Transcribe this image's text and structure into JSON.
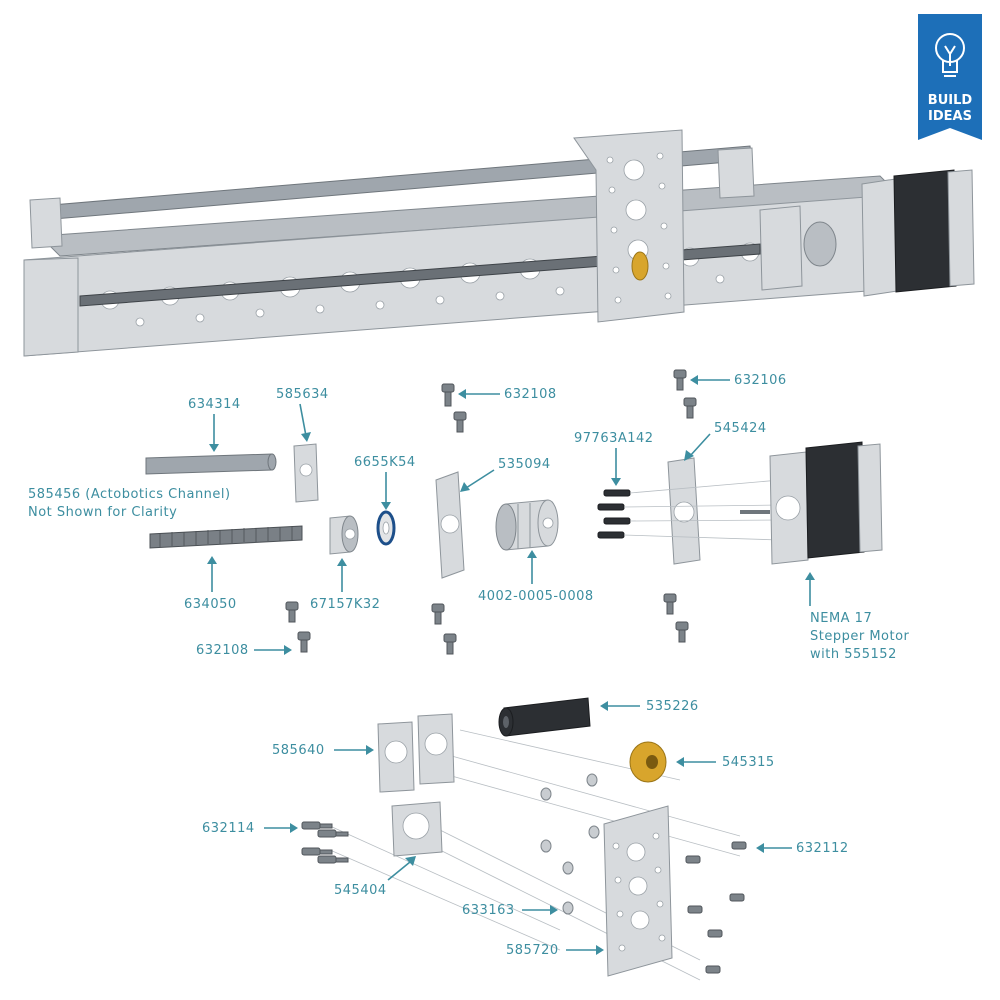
{
  "badge": {
    "line1": "BUILD",
    "line2": "IDEAS",
    "icon": "lightbulb-icon",
    "color": "#1d6fb8"
  },
  "accent_color": "#3d8ea0",
  "labels": {
    "l634314": "634314",
    "l585634": "585634",
    "l632108_top": "632108",
    "l632106": "632106",
    "l97763a142": "97763A142",
    "l545424": "545424",
    "l6655k54": "6655K54",
    "l535094": "535094",
    "l585456_1": "585456 (Actobotics Channel)",
    "l585456_2": "Not Shown for Clarity",
    "l634050": "634050",
    "l67157k32": "67157K32",
    "l4002": "4002-0005-0008",
    "l632108_bottom": "632108",
    "nema_1": "NEMA 17",
    "nema_2": "Stepper Motor",
    "nema_3": "with 555152",
    "l535226": "535226",
    "l585640": "585640",
    "l545315": "545315",
    "l632114": "632114",
    "l632112": "632112",
    "l545404": "545404",
    "l633163": "633163",
    "l585720": "585720"
  }
}
